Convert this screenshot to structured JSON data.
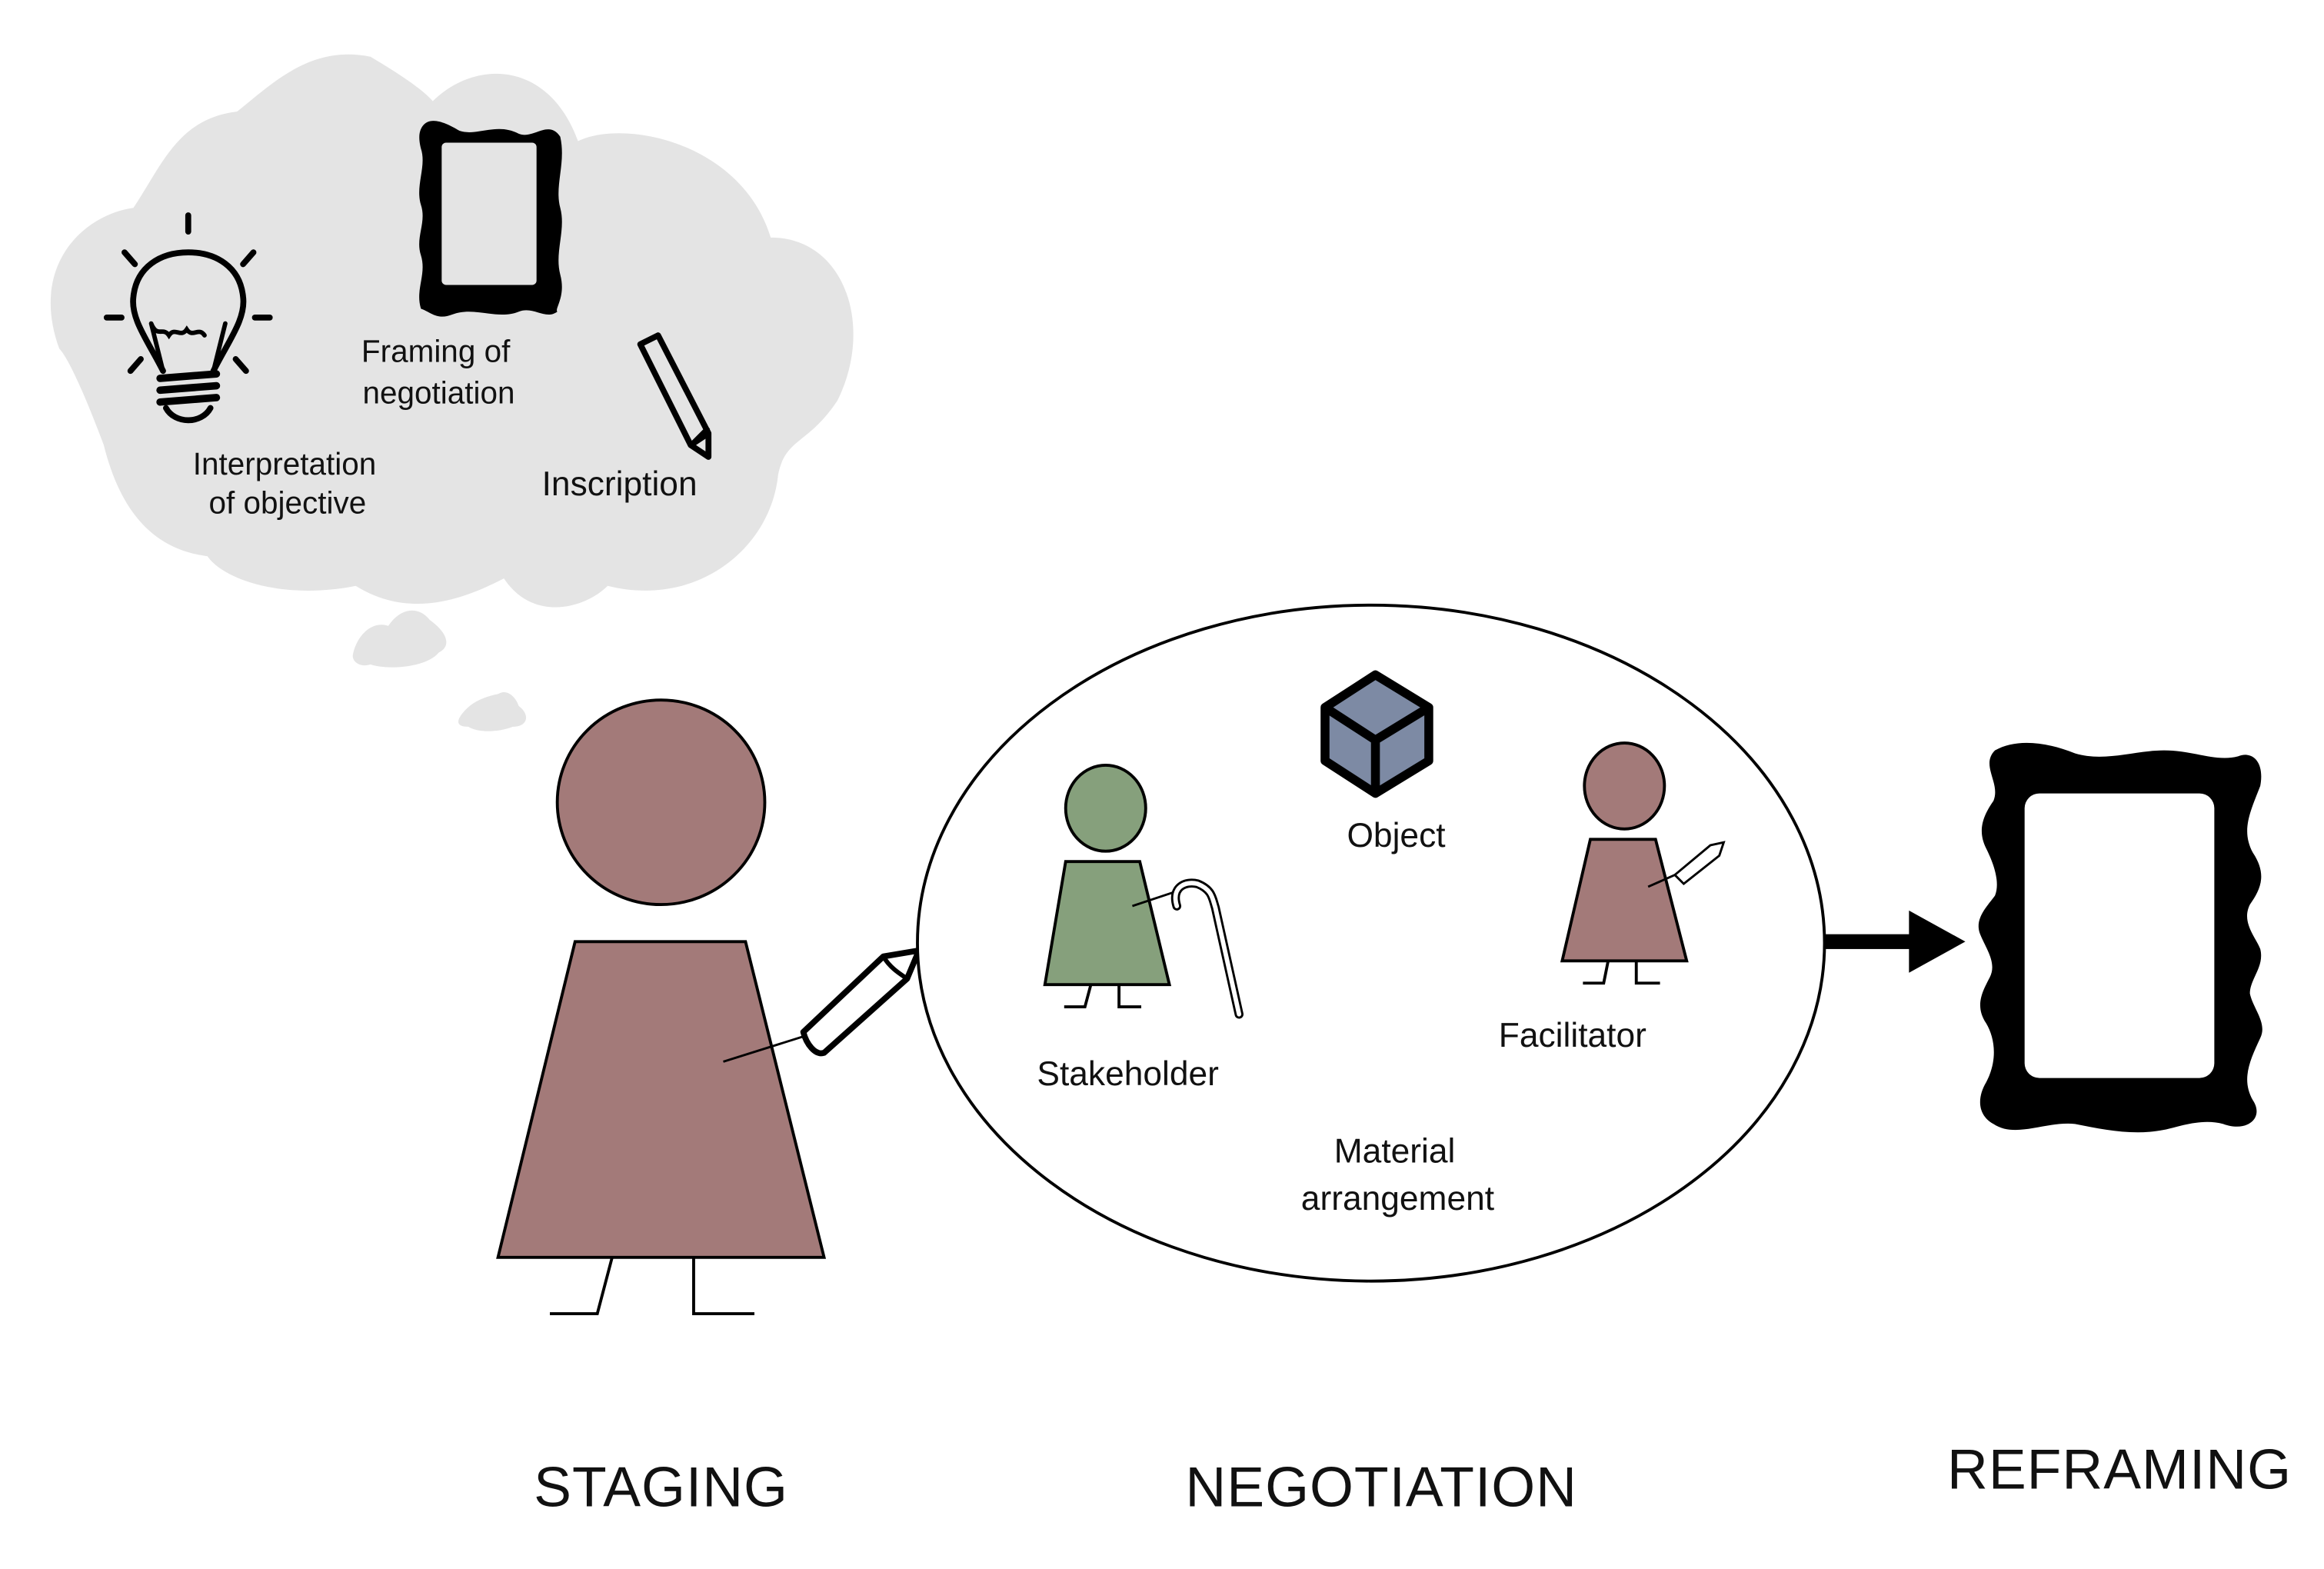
{
  "diagram": {
    "colors": {
      "cloud": "#e4e4e4",
      "person_main": "#a37a79",
      "stakeholder": "#86a07c",
      "object_cube": "#7d8aa4",
      "ink": "#000000"
    },
    "thought_cloud": {
      "items": [
        {
          "icon": "lightbulb-icon",
          "label_lines": [
            "Interpretation",
            "of objective"
          ]
        },
        {
          "icon": "frame-icon",
          "label_lines": [
            "Framing of",
            "negotiation"
          ]
        },
        {
          "icon": "pencil-icon",
          "label_lines": [
            "Inscription"
          ]
        }
      ]
    },
    "negotiation": {
      "object_label": "Object",
      "stakeholder_label": "Stakeholder",
      "facilitator_label": "Facilitator",
      "material_lines": [
        "Material",
        "arrangement"
      ]
    },
    "stages": [
      "STAGING",
      "NEGOTIATION",
      "REFRAMING"
    ]
  }
}
